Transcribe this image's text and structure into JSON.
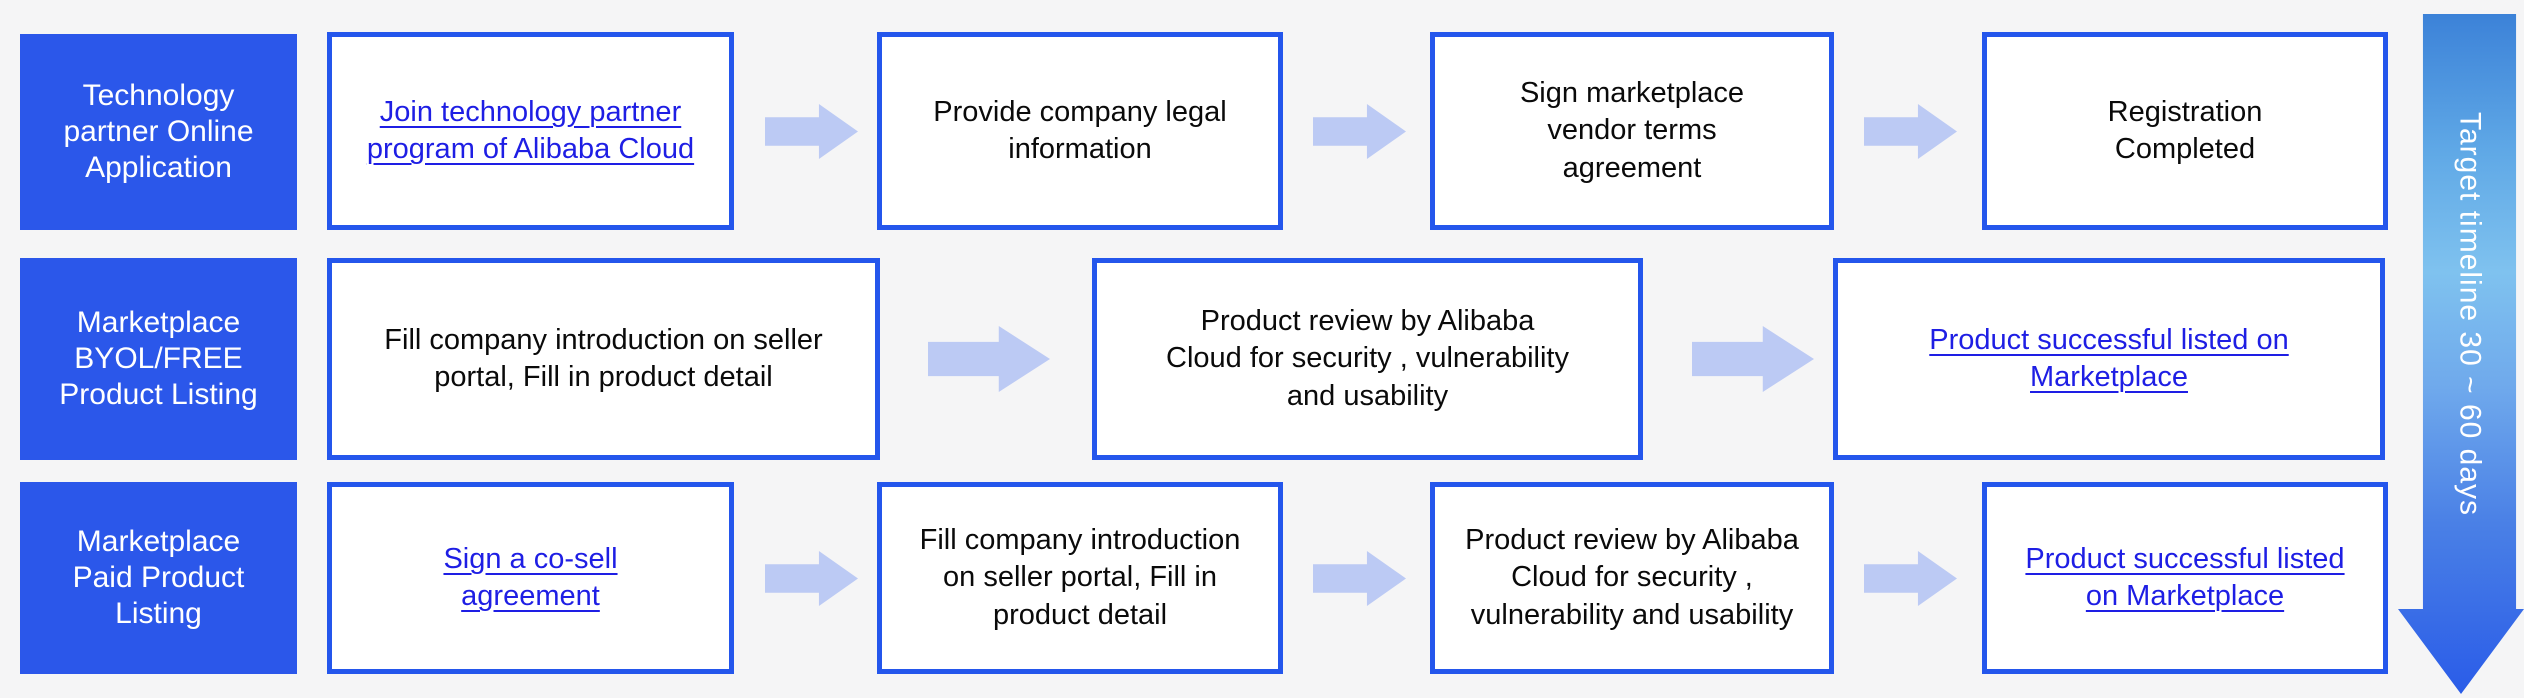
{
  "title": "Alibaba Cloud Marketplace partner onboarding flow",
  "colors": {
    "label_bg": "#2B57EA",
    "label_text": "#FFFFFF",
    "box_border": "#2456EC",
    "box_text": "#0A0A0A",
    "link": "#1E1EE4",
    "arrow": "#BCCAF4",
    "timeline_gradient_top": "#3C82D8",
    "timeline_gradient_mid": "#7FC2EF",
    "timeline_gradient_bottom": "#2A5CE8",
    "background": "#F5F5F6"
  },
  "rows": [
    {
      "label": "Technology partner Online Application",
      "steps": [
        {
          "text": "Join technology partner program of Alibaba Cloud",
          "link": true
        },
        {
          "text": "Provide company legal information",
          "link": false
        },
        {
          "text": "Sign marketplace vendor terms agreement",
          "link": false
        },
        {
          "text": "Registration Completed",
          "link": false
        }
      ]
    },
    {
      "label": "Marketplace BYOL/FREE Product Listing",
      "steps": [
        {
          "text": "Fill company introduction on seller portal, Fill in product detail",
          "link": false
        },
        {
          "text": "Product review by Alibaba Cloud for security , vulnerability and usability",
          "link": false
        },
        {
          "text": "Product successful listed on Marketplace",
          "link": true
        }
      ]
    },
    {
      "label": "Marketplace Paid Product Listing",
      "steps": [
        {
          "text": "Sign a co-sell agreement",
          "link": true
        },
        {
          "text": "Fill company introduction on seller portal, Fill in product detail",
          "link": false
        },
        {
          "text": "Product review by Alibaba Cloud for security , vulnerability and usability",
          "link": false
        },
        {
          "text": "Product successful listed on Marketplace",
          "link": true
        }
      ]
    }
  ],
  "timeline": {
    "label": "Target timeline 30 ~ 60 days"
  }
}
